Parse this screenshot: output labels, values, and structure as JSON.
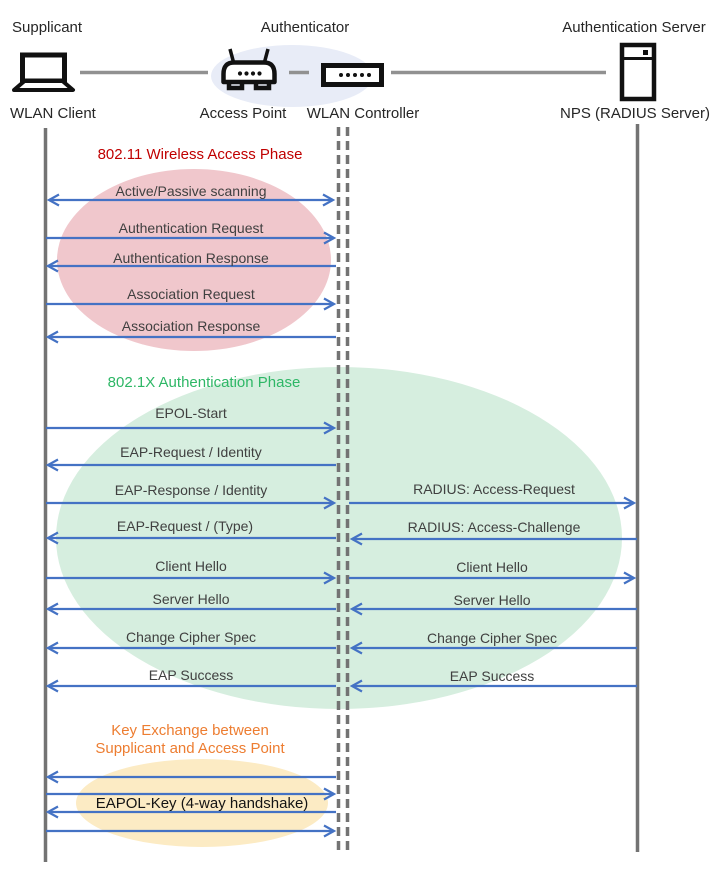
{
  "actors": {
    "supplicant": {
      "role": "Supplicant",
      "device": "WLAN Client"
    },
    "authenticator": {
      "role": "Authenticator",
      "access_point": "Access Point",
      "wlan_controller": "WLAN Controller"
    },
    "auth_server": {
      "role": "Authentication Server",
      "device": "NPS (RADIUS Server)"
    }
  },
  "phases": {
    "wireless_access": {
      "title": "802.11 Wireless Access Phase",
      "color": "#C00000",
      "ellipse_fill": "#F0C7CC"
    },
    "authentication": {
      "title": "802.1X Authentication Phase",
      "color": "#2EB766",
      "ellipse_fill": "#D6EEDF"
    },
    "key_exchange": {
      "title_line1": "Key Exchange between",
      "title_line2": "Supplicant and Access Point",
      "color": "#ED7D31",
      "ellipse_fill": "#FCEBC4"
    }
  },
  "messages": {
    "scanning": {
      "label": "Active/Passive scanning",
      "direction": "both",
      "between": "WLAN Client <-> WLAN Controller"
    },
    "auth_request": {
      "label": "Authentication Request",
      "direction": "right",
      "between": "WLAN Client -> WLAN Controller"
    },
    "auth_response": {
      "label": "Authentication Response",
      "direction": "left",
      "between": "WLAN Controller -> WLAN Client"
    },
    "assoc_request": {
      "label": "Association Request",
      "direction": "right",
      "between": "WLAN Client -> WLAN Controller"
    },
    "assoc_response": {
      "label": "Association Response",
      "direction": "left",
      "between": "WLAN Controller -> WLAN Client"
    },
    "epol_start": {
      "label": "EPOL-Start",
      "direction": "right",
      "between": "WLAN Client -> WLAN Controller"
    },
    "eap_request_identity": {
      "label": "EAP-Request / Identity",
      "direction": "left",
      "between": "WLAN Controller -> WLAN Client"
    },
    "eap_response_identity": {
      "label": "EAP-Response / Identity",
      "direction": "right",
      "between": "WLAN Client -> WLAN Controller"
    },
    "radius_access_request": {
      "label": "RADIUS: Access-Request",
      "direction": "right",
      "between": "WLAN Controller -> NPS"
    },
    "eap_request_type": {
      "label": "EAP-Request / (Type)",
      "direction": "left",
      "between": "WLAN Controller -> WLAN Client"
    },
    "radius_access_challenge": {
      "label": "RADIUS: Access-Challenge",
      "direction": "left",
      "between": "NPS -> WLAN Controller"
    },
    "client_hello_left": {
      "label": "Client Hello",
      "direction": "right",
      "between": "WLAN Client -> WLAN Controller"
    },
    "client_hello_right": {
      "label": "Client Hello",
      "direction": "right",
      "between": "WLAN Controller -> NPS"
    },
    "server_hello_left": {
      "label": "Server Hello",
      "direction": "left",
      "between": "WLAN Controller -> WLAN Client"
    },
    "server_hello_right": {
      "label": "Server Hello",
      "direction": "left",
      "between": "NPS -> WLAN Controller"
    },
    "change_cipher_left": {
      "label": "Change Cipher Spec",
      "direction": "left",
      "between": "WLAN Controller -> WLAN Client"
    },
    "change_cipher_right": {
      "label": "Change Cipher Spec",
      "direction": "left",
      "between": "NPS -> WLAN Controller"
    },
    "eap_success_left": {
      "label": "EAP Success",
      "direction": "left",
      "between": "WLAN Controller -> WLAN Client"
    },
    "eap_success_right": {
      "label": "EAP Success",
      "direction": "left",
      "between": "NPS -> WLAN Controller"
    },
    "eapol_key": {
      "label": "EAPOL-Key (4-way handshake)",
      "direction": "both",
      "between": "WLAN Client <-> WLAN Controller"
    }
  },
  "colors": {
    "arrow": "#4472C4",
    "lifeline": "#737373",
    "connector": "#919191",
    "icon_stroke": "#111111",
    "message_text": "#404040",
    "header_text": "#262626",
    "authenticator_ellipse": "#E8ECF7"
  }
}
